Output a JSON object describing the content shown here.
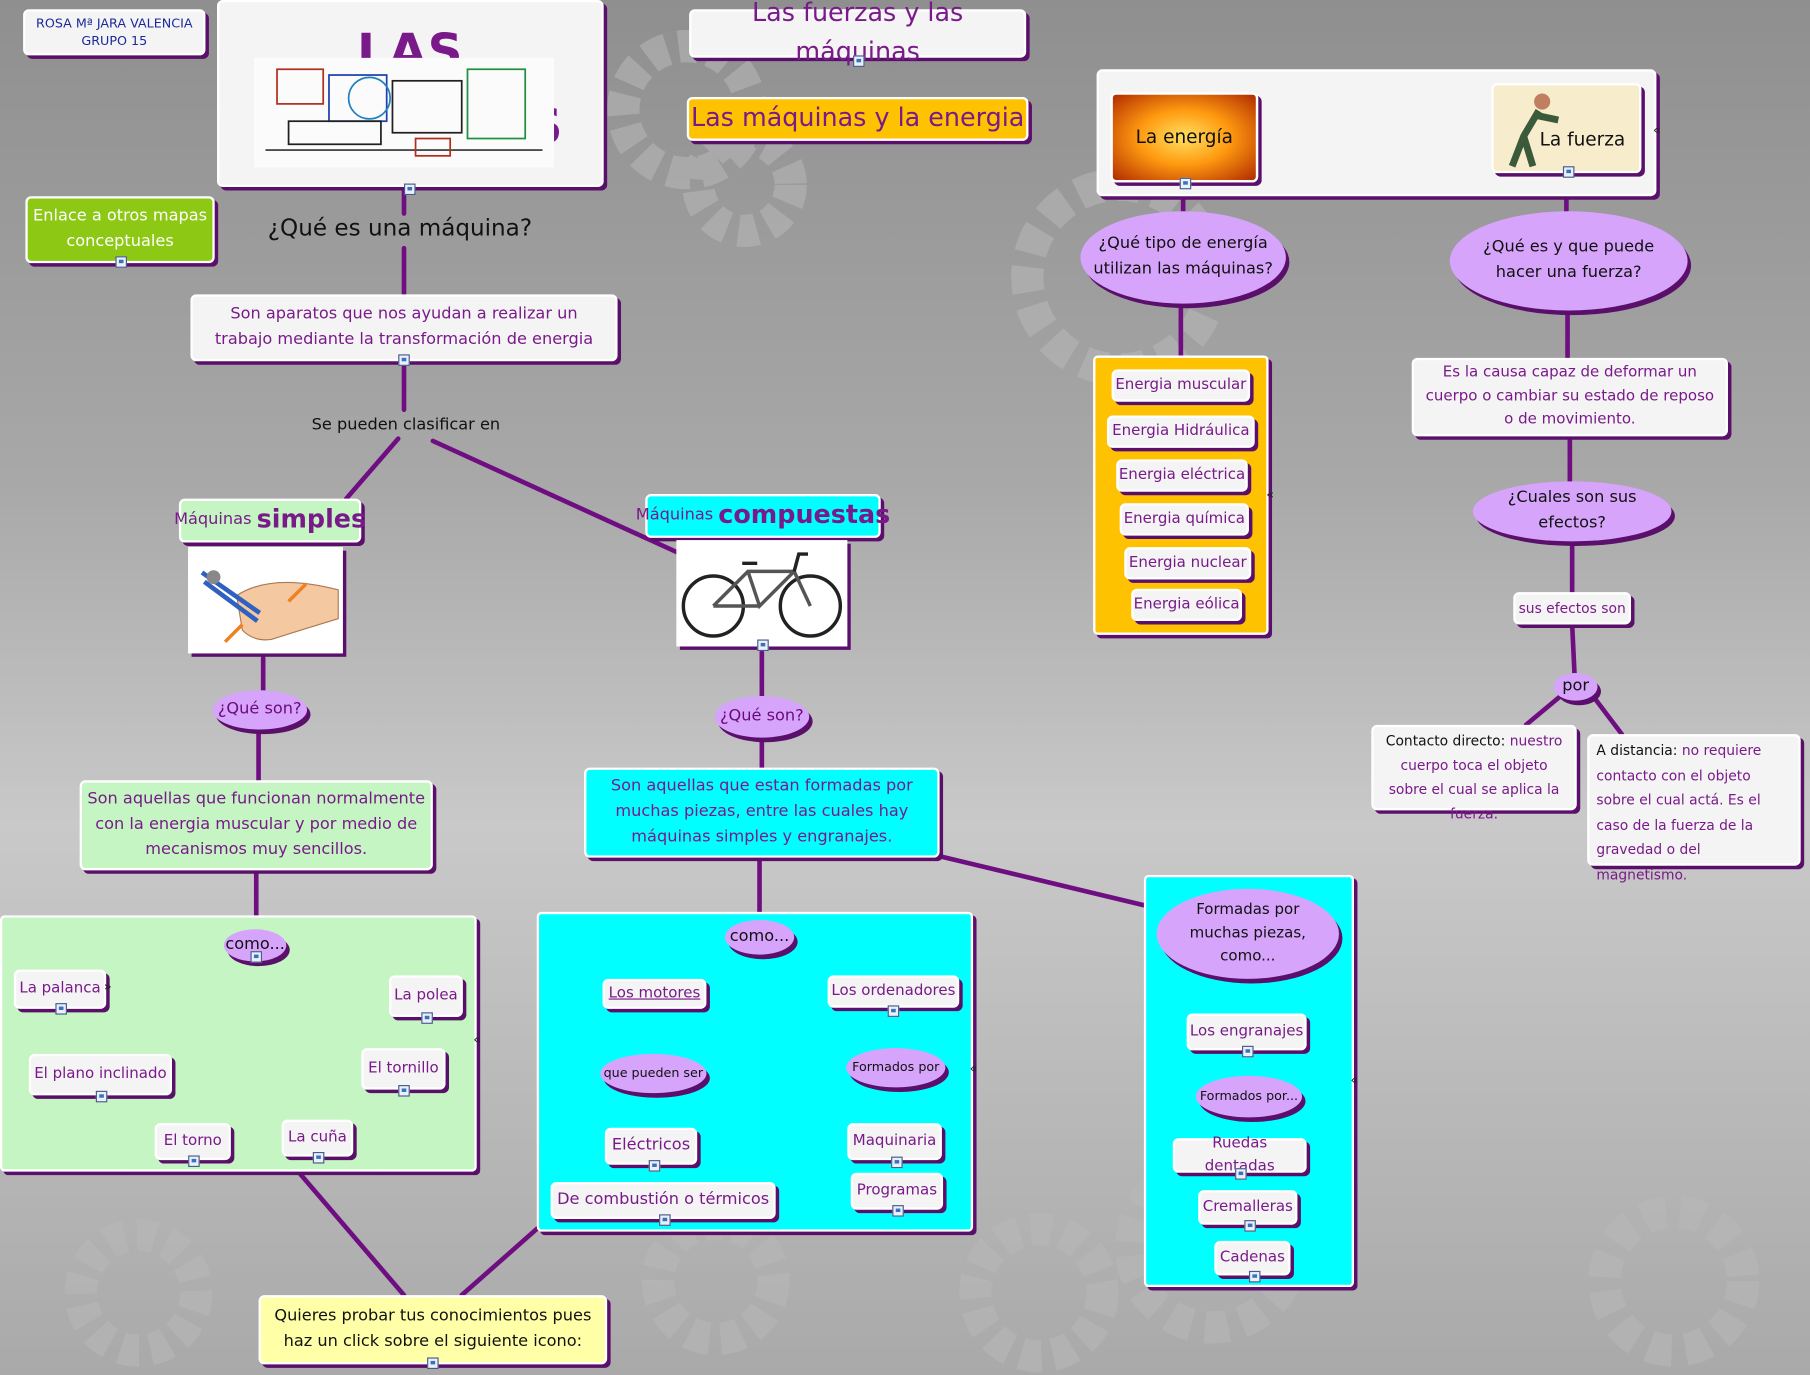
{
  "author": {
    "name": "ROSA Mª JARA VALENCIA",
    "group": "GRUPO 15"
  },
  "title": "LAS MÁQUINAS",
  "links": {
    "link1": "Las fuerzas y las máquinas",
    "link2": "Las máquinas y la energia",
    "other_maps": "Enlace a otros mapas conceptuales"
  },
  "main": {
    "question": "¿Qué es una máquina?",
    "definition": "Son aparatos que nos ayudan a realizar un trabajo mediante la transformación de energia",
    "classify": "Se pueden clasificar en"
  },
  "simple": {
    "title_prefix": "Máquinas",
    "title_emph": "simples",
    "question": "¿Qué son?",
    "definition": "Son aquellas que funcionan normalmente con la energia muscular y por medio de mecanismos muy sencillos.",
    "como": "como...",
    "items": [
      "La palanca",
      "La polea",
      "El plano inclinado",
      "El tornillo",
      "El torno",
      "La cuña"
    ]
  },
  "compound": {
    "title_prefix": "Máquinas",
    "title_emph": "compuestas",
    "question": "¿Qué son?",
    "definition": "Son aquellas que estan formadas por muchas piezas, entre las cuales hay máquinas simples y engranajes.",
    "como": "como...",
    "motores": "Los motores",
    "motores_kind": "que pueden ser",
    "electric": "Eléctricos",
    "combustion": "De combustión o térmicos",
    "computers": "Los ordenadores",
    "formed_by": "Formados por",
    "hardware": "Maquinaria",
    "software": "Programas",
    "pieces": "Formadas por muchas piezas, como...",
    "gears": "Los engranajes",
    "gears_formed": "Formados por...",
    "gear_items": [
      "Ruedas dentadas",
      "Cremalleras",
      "Cadenas"
    ]
  },
  "energy": {
    "image_label": "La energía",
    "question": "¿Qué tipo de energía utilizan las máquinas?",
    "items": [
      "Energia muscular",
      "Energia Hidráulica",
      "Energia eléctrica",
      "Energia química",
      "Energia nuclear",
      "Energia eólica"
    ]
  },
  "force": {
    "image_label": "La fuerza",
    "question": "¿Qué es y que puede hacer una fuerza?",
    "definition": "Es la causa capaz de deformar un cuerpo o cambiar su estado de reposo o de movimiento.",
    "effects_q": "¿Cuales son sus efectos?",
    "effects": "sus efectos son",
    "por": "por",
    "direct_label": "Contacto directo:",
    "direct_text": "nuestro cuerpo toca el objeto sobre el cual se aplica la fuerza.",
    "distance_label": "A distancia:",
    "distance_text": "no requiere contacto con el objeto sobre el cual actá. Es el caso de la fuerza de la gravedad o del magnetismo."
  },
  "quiz": "Quieres probar tus conocimientos pues haz un click sobre el siguiente icono:",
  "colors": {
    "line": "#6e0e80",
    "text": "#7a1a8a",
    "ellipse": "#d7a4fb",
    "cyan": "#00ffff",
    "green": "#c4f5c2",
    "orange": "#ffc200",
    "yellow": "#ffffa8"
  }
}
